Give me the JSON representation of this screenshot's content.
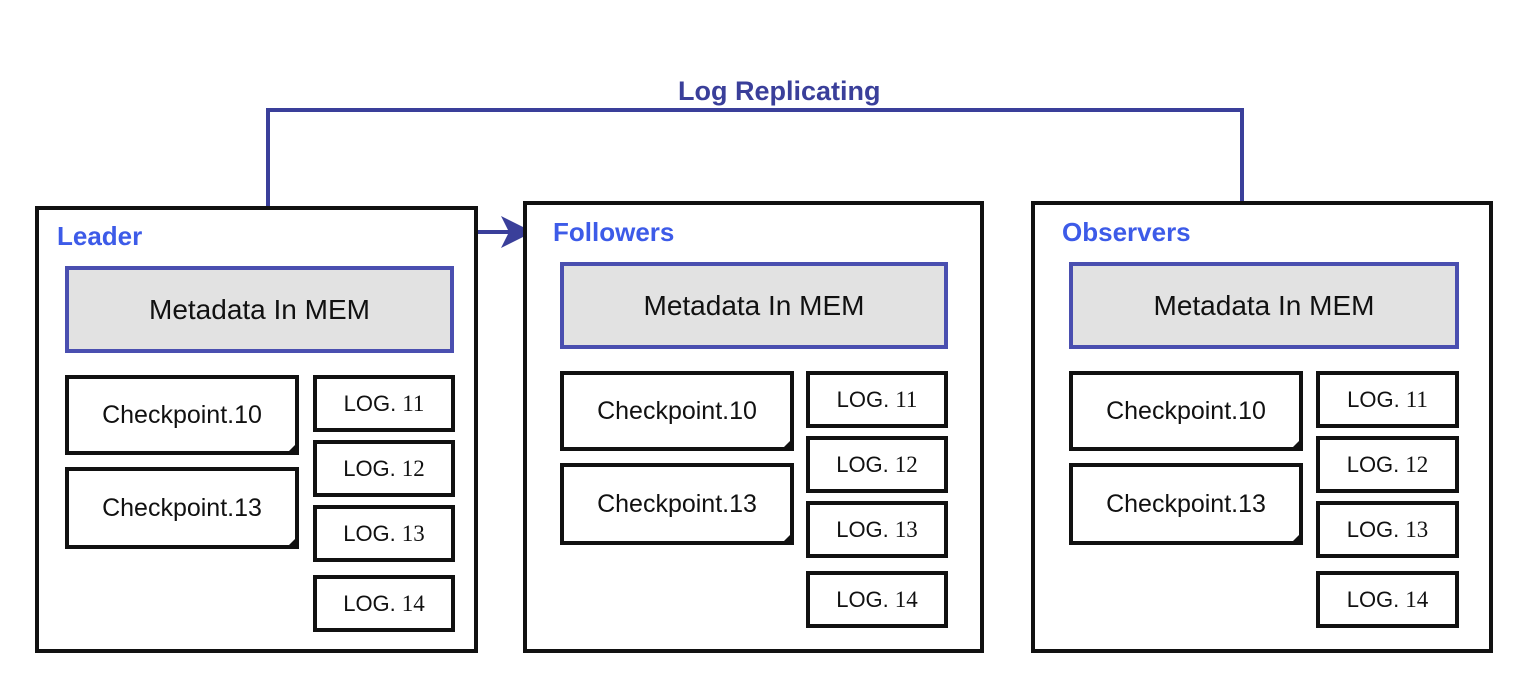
{
  "flow": {
    "label": "Log Replicating"
  },
  "nodes": [
    {
      "title": "Leader",
      "memory": "Metadata In MEM",
      "checkpoints": [
        "Checkpoint.10",
        "Checkpoint.13"
      ],
      "logs": [
        {
          "prefix": "LOG.",
          "num": "11"
        },
        {
          "prefix": "LOG.",
          "num": "12"
        },
        {
          "prefix": "LOG.",
          "num": "13"
        },
        {
          "prefix": "LOG.",
          "num": "14"
        }
      ]
    },
    {
      "title": "Followers",
      "memory": "Metadata In MEM",
      "checkpoints": [
        "Checkpoint.10",
        "Checkpoint.13"
      ],
      "logs": [
        {
          "prefix": "LOG.",
          "num": "11"
        },
        {
          "prefix": "LOG.",
          "num": "12"
        },
        {
          "prefix": "LOG.",
          "num": "13"
        },
        {
          "prefix": "LOG.",
          "num": "14"
        }
      ]
    },
    {
      "title": "Observers",
      "memory": "Metadata In MEM",
      "checkpoints": [
        "Checkpoint.10",
        "Checkpoint.13"
      ],
      "logs": [
        {
          "prefix": "LOG.",
          "num": "11"
        },
        {
          "prefix": "LOG.",
          "num": "12"
        },
        {
          "prefix": "LOG.",
          "num": "13"
        },
        {
          "prefix": "LOG.",
          "num": "14"
        }
      ]
    }
  ],
  "colors": {
    "node_title": "#3d5be8",
    "arrow": "#3a3f9a",
    "memory_border": "#4a4fb0",
    "memory_fill": "#e2e2e2"
  }
}
